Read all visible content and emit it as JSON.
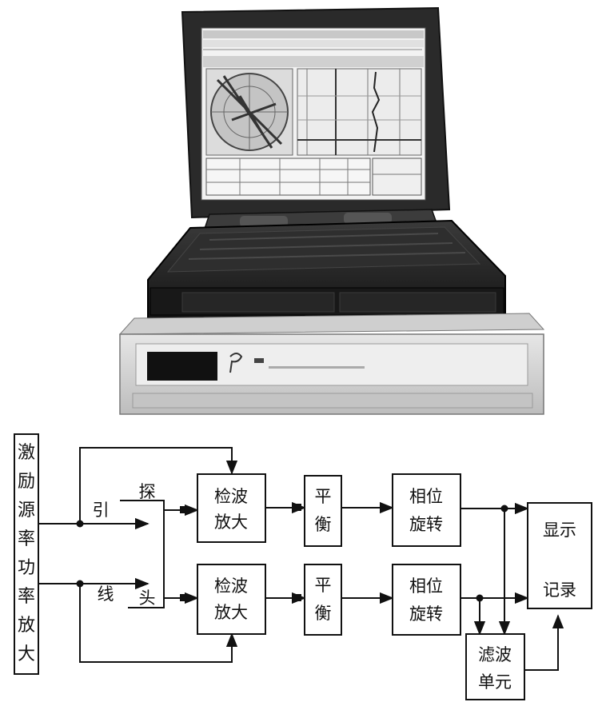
{
  "source_column": [
    "激",
    "励",
    "源",
    "率",
    "功",
    "率",
    "放",
    "大"
  ],
  "lead_labels": {
    "top": "引",
    "bottom": "线"
  },
  "probe_labels": {
    "top": "探",
    "bottom": "头"
  },
  "blocks": {
    "detect_amp_top": [
      "检波",
      "放大"
    ],
    "detect_amp_bottom": [
      "检波",
      "放大"
    ],
    "balance_top": [
      "平",
      "衡"
    ],
    "balance_bottom": [
      "平",
      "衡"
    ],
    "phase_rotate_top": [
      "相位",
      "旋转"
    ],
    "phase_rotate_bottom": [
      "相位",
      "旋转"
    ],
    "display_record": [
      "显示",
      "记录"
    ],
    "filter_unit": [
      "滤波",
      "单元"
    ]
  },
  "colors": {
    "ink": "#111111",
    "device_dark": "#1e1e1e",
    "device_light": "#d9d9d9"
  },
  "icons": [
    "laptop-icon",
    "instrument-case-icon"
  ]
}
